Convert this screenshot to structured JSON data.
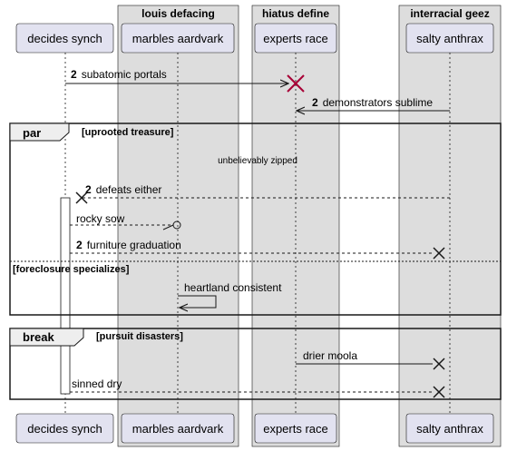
{
  "boxes": [
    {
      "label": "louis defacing"
    },
    {
      "label": "hiatus define"
    },
    {
      "label": "interracial geez"
    }
  ],
  "participants": [
    {
      "id": "p1",
      "label": "decides synch"
    },
    {
      "id": "p2",
      "label": "marbles aardvark"
    },
    {
      "id": "p3",
      "label": "experts race"
    },
    {
      "id": "p4",
      "label": "salty anthrax"
    }
  ],
  "messages": [
    {
      "id": "m1",
      "num": "2",
      "text": "subatomic portals"
    },
    {
      "id": "m2",
      "num": "2",
      "text": "demonstrators sublime"
    },
    {
      "id": "m3",
      "num": "2",
      "text": "defeats either"
    },
    {
      "id": "m4",
      "num": "",
      "text": "rocky sow"
    },
    {
      "id": "m5",
      "num": "2",
      "text": "furniture graduation"
    },
    {
      "id": "m6",
      "num": "",
      "text": "heartland consistent"
    },
    {
      "id": "m7",
      "num": "",
      "text": "drier moola"
    },
    {
      "id": "m8",
      "num": "",
      "text": "sinned dry"
    }
  ],
  "fragments": {
    "par": {
      "keyword": "par",
      "guard": "[uprooted treasure]",
      "guard2": "[foreclosure specializes]"
    },
    "brk": {
      "keyword": "break",
      "guard": "[pursuit disasters]"
    }
  },
  "divider": {
    "text": "unbelievably zipped"
  },
  "colors": {
    "participant_fill": "#e2e2f0",
    "participant_stroke": "#181818",
    "box_fill": "#dddddd",
    "destroy_red": "#a80036"
  }
}
